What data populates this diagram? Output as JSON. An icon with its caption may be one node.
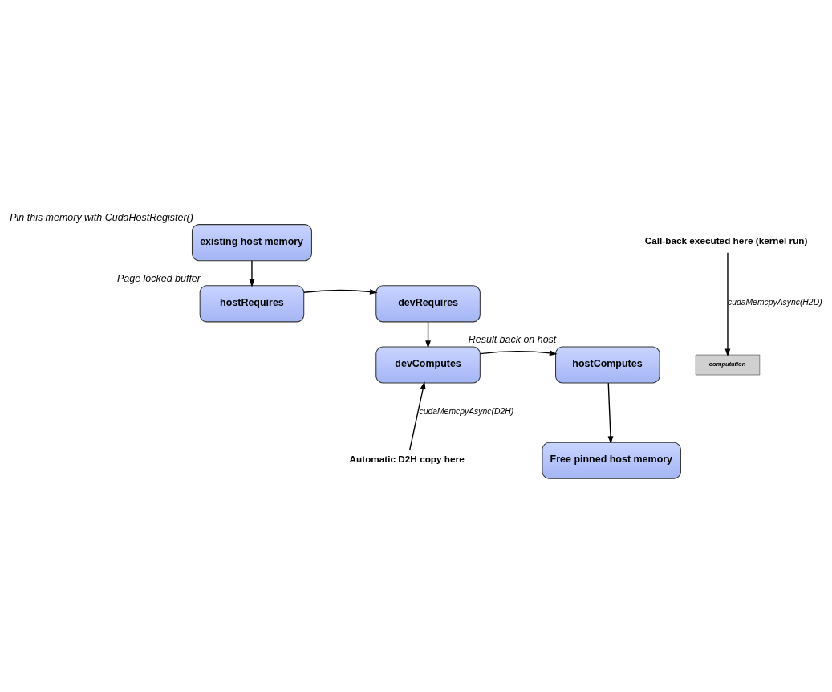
{
  "diagram": {
    "nodes": [
      {
        "text": [
          "existing host memory"
        ],
        "beside": [
          "Pin this memory with CudaHostRegister()"
        ]
      },
      {
        "text": [
          "Call-back executed here (kernel run)"
        ]
      },
      {
        "text": [
          "hostRequires"
        ],
        "beside": [
          "Page locked buffer"
        ]
      },
      {
        "text": [
          "devRequires"
        ]
      },
      {
        "text": [
          "computation"
        ]
      },
      {
        "text": [
          "hostComputes"
        ],
        "beside": [
          "Result back on host"
        ]
      },
      {
        "text": [
          "devComputes"
        ]
      },
      {
        "text": [
          "Free pinned host memory"
        ]
      },
      {
        "text": [
          "Automatic D2H copy here"
        ]
      }
    ],
    "edges": [
      {
        "from": 0,
        "to": 2,
        "arrow": "to"
      },
      {
        "from": 2,
        "to": 3,
        "arrow": "to"
      },
      {
        "from": 3,
        "to": 6,
        "arrow": "to"
      },
      {
        "from": 1,
        "to": 4,
        "arrow": "to",
        "label": "cudaMemcpyAsync(H2D)"
      },
      {
        "from": 6,
        "to": 5,
        "arrow": "to"
      },
      {
        "from": 5,
        "to": 7,
        "arrow": "to"
      },
      {
        "from": 8,
        "to": 6,
        "arrow": "to",
        "label": "cudaMemcpyAsync(D2H)"
      }
    ]
  }
}
